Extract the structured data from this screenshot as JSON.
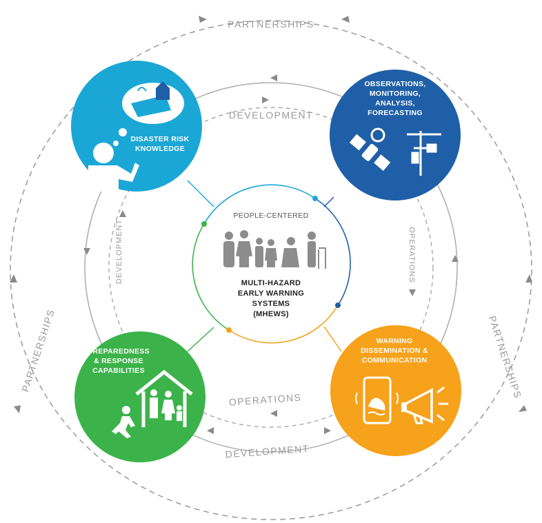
{
  "outer_ring": {
    "top": "PARTNERSHIPS",
    "left": "PARTNERSHIPS",
    "right": "PARTNERSHIPS"
  },
  "inner_ring": {
    "top": "DEVELOPMENT",
    "left": "DEVELOPMENT",
    "right": "OPERATIONS",
    "bottom_inner": "OPERATIONS",
    "bottom_outer": "DEVELOPMENT"
  },
  "center": {
    "top": "PEOPLE-CENTERED",
    "lines": [
      "MULTI-HAZARD",
      "EARLY WARNING",
      "SYSTEMS",
      "(MHEWS)"
    ]
  },
  "pillars": {
    "risk_knowledge": {
      "lines": [
        "DISASTER RISK",
        "KNOWLEDGE"
      ],
      "color": "#1ba7d6"
    },
    "observations": {
      "lines": [
        "OBSERVATIONS,",
        "MONITORING,",
        "ANALYSIS,",
        "FORECASTING"
      ],
      "color": "#1f5fa7"
    },
    "preparedness": {
      "lines": [
        "PREPAREDNESS",
        "& RESPONSE",
        "CAPABILITIES"
      ],
      "color": "#3cb34a"
    },
    "warning": {
      "lines": [
        "WARNING",
        "DISSEMINATION &",
        "COMMUNICATION"
      ],
      "color": "#f7a21b"
    }
  },
  "icons": {
    "risk_knowledge": [
      "person-thinking-icon",
      "flood-map-icon"
    ],
    "observations": [
      "satellite-icon",
      "weather-station-icon"
    ],
    "preparedness": [
      "running-person-icon",
      "family-house-icon"
    ],
    "warning": [
      "smartphone-alert-icon",
      "megaphone-icon"
    ],
    "center": "people-group-icon"
  }
}
